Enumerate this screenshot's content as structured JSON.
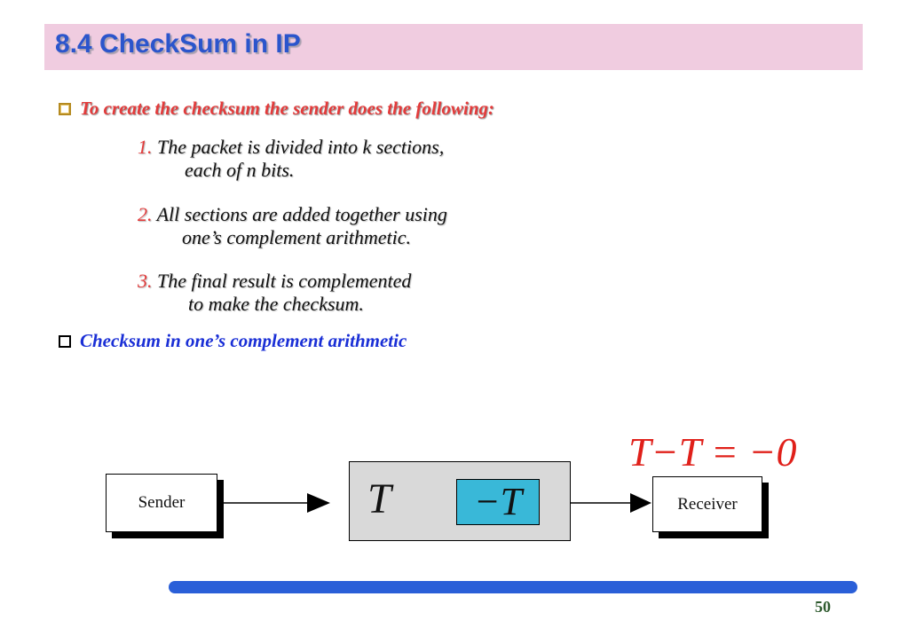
{
  "slide": {
    "title": "8.4 CheckSum in IP",
    "bullets": [
      "To create the checksum the sender does the following:",
      "Checksum in one’s complement arithmetic"
    ],
    "steps": [
      {
        "num": "1.",
        "line1": " The packet is divided into k sections,",
        "line2": "each of n bits."
      },
      {
        "num": "2.",
        "line1": " All sections are added together using",
        "line2": "one’s complement arithmetic."
      },
      {
        "num": "3.",
        "line1": " The final result is complemented",
        "line2": "to make the checksum."
      }
    ],
    "page_number": "50"
  },
  "diagram": {
    "sender_label": "Sender",
    "receiver_label": "Receiver",
    "data_symbol": "T",
    "checksum_symbol": "−T",
    "equation": "T−T = −0"
  },
  "colors": {
    "title_bar": "#f0cce0",
    "title_text": "#2b55cc",
    "accent_red": "#e33b3b",
    "accent_blue": "#1a2fd6",
    "checksum_box": "#39b8d8",
    "packet_box": "#d9d9d9",
    "footer_bar": "#2a5fd8"
  }
}
